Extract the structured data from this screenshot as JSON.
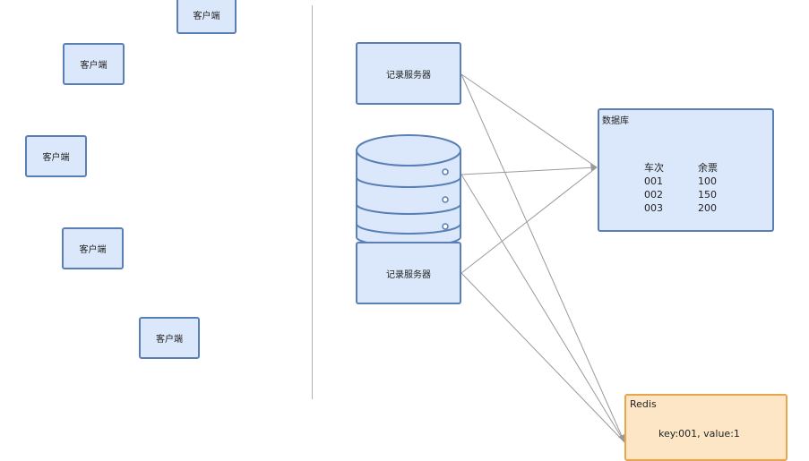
{
  "clients": [
    {
      "label": "客户端"
    },
    {
      "label": "客户端"
    },
    {
      "label": "客户端"
    },
    {
      "label": "客户端"
    },
    {
      "label": "客户端"
    }
  ],
  "servers": [
    {
      "label": "记录服务器"
    },
    {
      "label": "记录服务器"
    }
  ],
  "database": {
    "title": "数据库",
    "columns": [
      "车次",
      "余票"
    ],
    "rows": [
      [
        "001",
        "100"
      ],
      [
        "002",
        "150"
      ],
      [
        "003",
        "200"
      ]
    ]
  },
  "redis": {
    "title": "Redis",
    "entry": "key:001, value:1"
  },
  "colors": {
    "box_fill": "#dbe8fb",
    "box_border": "#5a7fb5",
    "redis_fill": "#fde6c6",
    "redis_border": "#e9a54b",
    "line": "#9a9a9a"
  },
  "icons": {
    "database_cylinder": "database-cylinder-icon"
  }
}
